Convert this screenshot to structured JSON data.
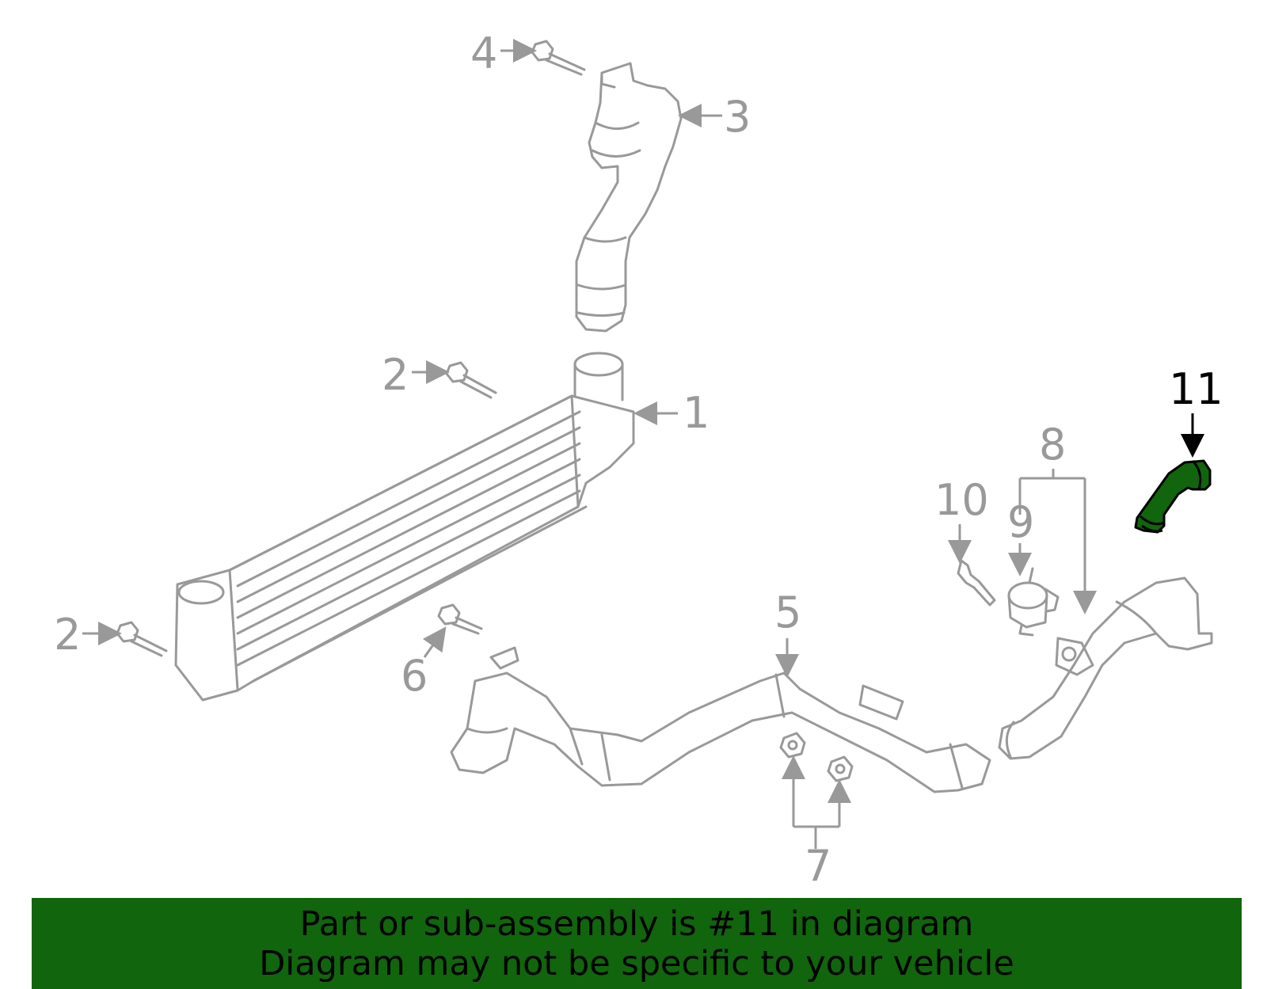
{
  "callouts": {
    "c1": "1",
    "c2a": "2",
    "c2b": "2",
    "c3": "3",
    "c4": "4",
    "c5": "5",
    "c6": "6",
    "c7": "7",
    "c8": "8",
    "c9": "9",
    "c10": "10",
    "c11": "11"
  },
  "highlight": {
    "part_number": "11",
    "color": "#11650d"
  },
  "banner": {
    "line1": "Part or sub-assembly is #11 in diagram",
    "line2": "Diagram may not be specific to your vehicle",
    "background": "#11650d"
  }
}
